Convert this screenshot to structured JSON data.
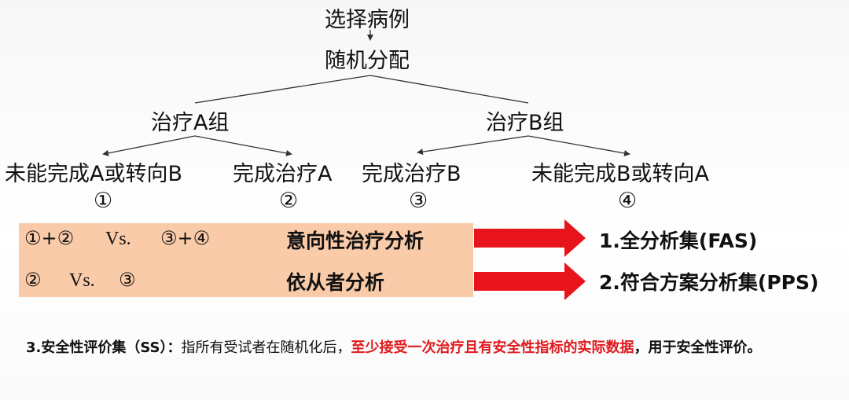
{
  "tree": {
    "select": "选择病例",
    "randomize": "随机分配",
    "group_a": "治疗A组",
    "group_b": "治疗B组",
    "a_incomplete": "未能完成A或转向B",
    "a_complete": "完成治疗A",
    "b_complete": "完成治疗B",
    "b_incomplete": "未能完成B或转向A",
    "mark1": "①",
    "mark2": "②",
    "mark3": "③",
    "mark4": "④"
  },
  "analysis": {
    "row1": {
      "left": "①+②",
      "vs": "Vs.",
      "right": "③+④",
      "method": "意向性治疗分析",
      "result": "1.全分析集(FAS)"
    },
    "row2": {
      "left": "②",
      "vs": "Vs.",
      "right": "③",
      "method": "依从者分析",
      "result": "2.符合方案分析集(PPS)"
    }
  },
  "safety": {
    "label": "3.安全性评价集（SS）：",
    "text1": "指所有受试者在随机化后，",
    "highlight": "至少接受一次治疗且有安全性指标的实际数据",
    "text2": "，用于安全性评价。"
  },
  "colors": {
    "arrow": "#e8141b",
    "panel": "#f9cba8",
    "highlight": "#e0191e"
  }
}
